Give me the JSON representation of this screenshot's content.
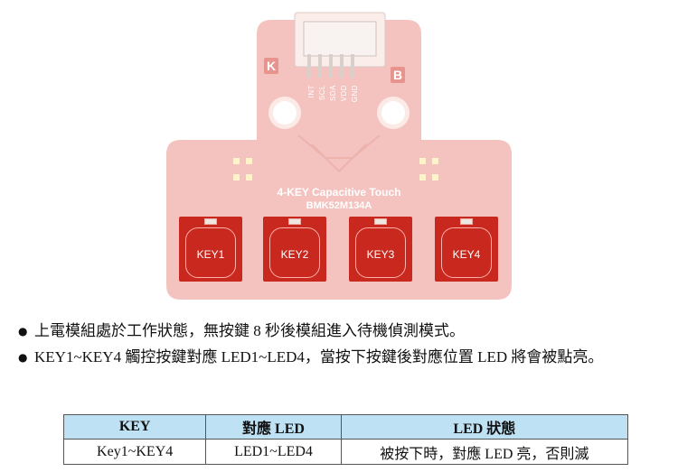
{
  "board": {
    "pins": [
      "INT",
      "SCL",
      "SDA",
      "VDD",
      "GND"
    ],
    "title": "4-KEY Capacitive Touch",
    "model": "BMK52M134A",
    "corner_left": "K",
    "corner_right": "B",
    "keys": [
      "KEY1",
      "KEY2",
      "KEY3",
      "KEY4"
    ],
    "colors": {
      "board": "#f4c3bf",
      "key": "#c8281e",
      "silkscreen": "#ffffff"
    }
  },
  "bullets": [
    "上電模組處於工作狀態，無按鍵 8 秒後模組進入待機偵測模式。",
    "KEY1~KEY4 觸控按鍵對應 LED1~LED4，當按下按鍵後對應位置 LED 將會被點亮。"
  ],
  "table": {
    "headers": [
      "KEY",
      "對應 LED",
      "LED 狀態"
    ],
    "rows": [
      [
        "Key1~KEY4",
        "LED1~LED4",
        "被按下時，對應 LED 亮，否則滅"
      ]
    ],
    "header_color": "#bfe1f4"
  }
}
